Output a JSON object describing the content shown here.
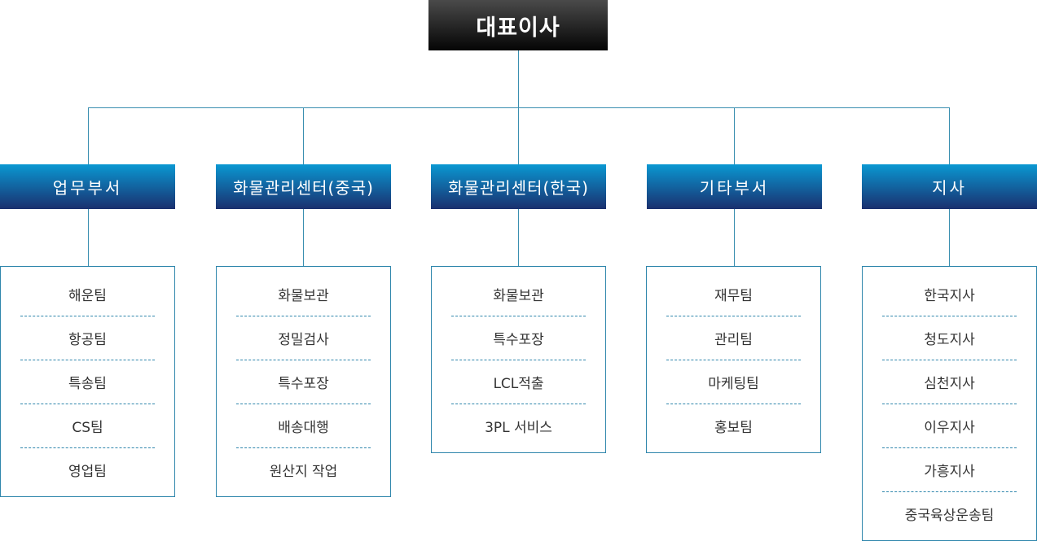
{
  "ceo": {
    "title": "대표이사"
  },
  "departments": [
    {
      "title": "업무부서",
      "teams": [
        "해운팀",
        "항공팀",
        "특송팀",
        "CS팀",
        "영업팀"
      ]
    },
    {
      "title": "화물관리센터(중국)",
      "teams": [
        "화물보관",
        "정밀검사",
        "특수포장",
        "배송대행",
        "원산지 작업"
      ]
    },
    {
      "title": "화물관리센터(한국)",
      "teams": [
        "화물보관",
        "특수포장",
        "LCL적출",
        "3PL 서비스"
      ]
    },
    {
      "title": "기타부서",
      "teams": [
        "재무팀",
        "관리팀",
        "마케팅팀",
        "홍보팀"
      ]
    },
    {
      "title": "지사",
      "teams": [
        "한국지사",
        "청도지사",
        "심천지사",
        "이우지사",
        "가흥지사",
        "중국육상운송팀"
      ]
    }
  ],
  "colors": {
    "line": "#3a8fb0",
    "dept_top": "#0a98d2",
    "dept_bottom": "#1a2f6e",
    "ceo_top": "#4a4a4a",
    "ceo_bottom": "#050505"
  }
}
